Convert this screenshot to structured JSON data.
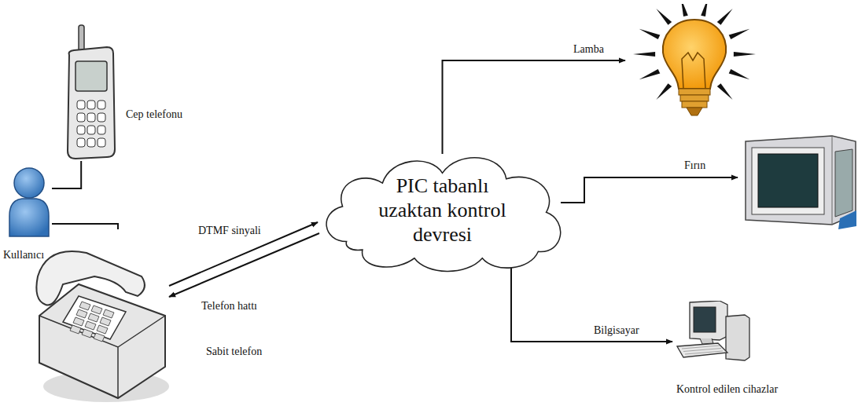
{
  "diagram": {
    "nodes": [
      {
        "text": [
          "Cep telefonu"
        ]
      },
      {
        "text": [
          "Kullanıcı"
        ]
      },
      {
        "text": [
          "Sabit telefon"
        ]
      },
      {
        "text": [
          "PIC tabanlı uzaktan kontrol devresi"
        ]
      },
      {
        "text": [
          "Lamba"
        ]
      },
      {
        "text": [
          "Fırın"
        ]
      },
      {
        "text": [
          "Bilgisayar"
        ]
      }
    ],
    "edges": [
      {
        "from": 1,
        "to": 0,
        "arrow": "none"
      },
      {
        "from": 1,
        "to": 2,
        "arrow": "none"
      },
      {
        "from": 2,
        "to": 3,
        "arrow": "to",
        "label": "DTMF sinyali"
      },
      {
        "from": 3,
        "to": 2,
        "arrow": "to",
        "label": "Telefon hattı"
      },
      {
        "from": 3,
        "to": 4,
        "arrow": "to"
      },
      {
        "from": 3,
        "to": 5,
        "arrow": "to"
      },
      {
        "from": 3,
        "to": 6,
        "arrow": "to"
      }
    ],
    "labels": [
      "Kontrol edilen cihazlar"
    ]
  }
}
